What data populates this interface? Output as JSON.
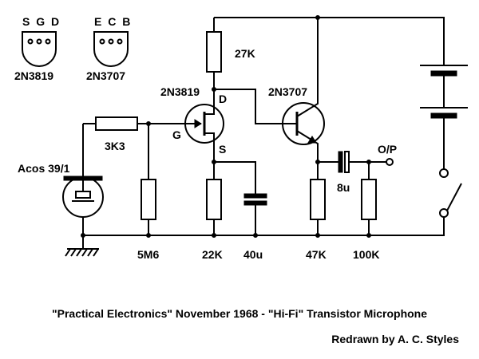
{
  "pinouts": {
    "jfet": {
      "pins": "S G D",
      "part": "2N3819"
    },
    "bjt": {
      "pins": "E C B",
      "part": "2N3707"
    }
  },
  "components": {
    "q1_part": "2N3819",
    "q1_drain": "D",
    "q1_gate": "G",
    "q1_source": "S",
    "q2_part": "2N3707",
    "r_collector": "27K",
    "r_gate_series": "3K3",
    "r_gate_bias": "5M6",
    "r_source": "22K",
    "c_source": "40u",
    "r_emitter": "47K",
    "c_output": "8u",
    "r_output": "100K",
    "mic": "Acos 39/1",
    "output": "O/P"
  },
  "caption": {
    "title": "\"Practical Electronics\" November 1968 - \"Hi-Fi\" Transistor Microphone",
    "credit": "Redrawn by A. C. Styles"
  }
}
